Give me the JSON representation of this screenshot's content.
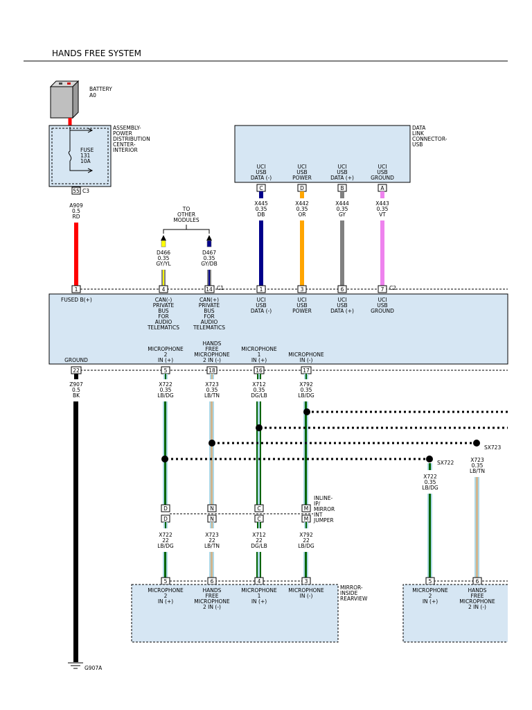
{
  "title": "HANDS FREE SYSTEM",
  "battery": {
    "label": "BATTERY",
    "code": "A0"
  },
  "pdc": {
    "label": [
      "ASSEMBLY-",
      "POWER",
      "DISTRIBUTION",
      "CENTER-",
      "INTERIOR"
    ],
    "fuse": [
      "FUSE",
      "131",
      "10A"
    ],
    "pin": "55",
    "connector": "C3"
  },
  "wire_a909": [
    "A909",
    "0.5",
    "RD"
  ],
  "to_other_modules": [
    "TO",
    "OTHER",
    "MODULES"
  ],
  "wire_d466": [
    "D466",
    "0.35",
    "GY/YL"
  ],
  "wire_d467": [
    "D467",
    "0.35",
    "GY/DB"
  ],
  "dlc": {
    "label": [
      "DATA",
      "LINK",
      "CONNECTOR-",
      "USB"
    ],
    "pins": [
      {
        "name": [
          "UCI",
          "USB",
          "DATA (-)"
        ],
        "pin": "C",
        "wire": [
          "X445",
          "0.35",
          "DB"
        ]
      },
      {
        "name": [
          "UCI",
          "USB",
          "POWER"
        ],
        "pin": "D",
        "wire": [
          "X442",
          "0.35",
          "OR"
        ]
      },
      {
        "name": [
          "UCI",
          "USB",
          "DATA (+)"
        ],
        "pin": "B",
        "wire": [
          "X444",
          "0.35",
          "GY"
        ]
      },
      {
        "name": [
          "UCI",
          "USB",
          "GROUND"
        ],
        "pin": "A",
        "wire": [
          "X443",
          "0.35",
          "VT"
        ]
      }
    ]
  },
  "module": {
    "top_pins": [
      "1",
      "4",
      "14",
      "1",
      "3",
      "6",
      "7"
    ],
    "c1": "C1",
    "c2": "C2",
    "fused": "FUSED B(+)",
    "can_minus": [
      "CAN(-)",
      "PRIVATE",
      "BUS",
      "FOR",
      "AUDIO",
      "TELEMATICS"
    ],
    "can_plus": [
      "CAN(+)",
      "PRIVATE",
      "BUS",
      "FOR",
      "AUDIO",
      "TELEMATICS"
    ],
    "usb": [
      [
        "UCI",
        "USB",
        "DATA (-)"
      ],
      [
        "UCI",
        "USB",
        "POWER"
      ],
      [
        "UCI",
        "USB",
        "DATA (+)"
      ],
      [
        "UCI",
        "USB",
        "GROUND"
      ]
    ],
    "ground": "GROUND",
    "mic2": [
      "MICROPHONE",
      "2",
      "IN (+)"
    ],
    "hf2": [
      "HANDS",
      "FREE",
      "MICROPHONE",
      "2 IN (-)"
    ],
    "mic1": [
      "MICROPHONE",
      "1",
      "IN (+)"
    ],
    "mic_in": [
      "MICROPHONE",
      "IN (-)"
    ],
    "bottom_pins": [
      "22",
      "5",
      "18",
      "16",
      "17"
    ]
  },
  "wire_z907": [
    "Z907",
    "0.5",
    "BK"
  ],
  "wires_upper": [
    [
      "X722",
      "0.35",
      "LB/DG"
    ],
    [
      "X723",
      "0.35",
      "LB/TN"
    ],
    [
      "X712",
      "0.35",
      "DG/LB"
    ],
    [
      "X792",
      "0.35",
      "LB/DG"
    ]
  ],
  "splices": {
    "sx723": "SX723",
    "sx722": "SX722"
  },
  "splice_wires": {
    "x723": [
      "X723",
      "0.35",
      "LB/TN"
    ],
    "x722": [
      "X722",
      "0.35",
      "LB/DG"
    ]
  },
  "jumper": {
    "label": [
      "INLINE-",
      "IP/",
      "MIRROR",
      "INT",
      "JUMPER"
    ],
    "pins": [
      "D",
      "N",
      "C",
      "M"
    ]
  },
  "wires_lower": [
    [
      "X722",
      "22",
      "LB/DG"
    ],
    [
      "X723",
      "22",
      "LB/TN"
    ],
    [
      "X712",
      "22",
      "DG/LB"
    ],
    [
      "X792",
      "22",
      "LB/DG"
    ]
  ],
  "mirror": {
    "label": [
      "MIRROR-",
      "INSIDE",
      "REARVIEW"
    ],
    "pins": [
      "5",
      "6",
      "4",
      "3"
    ],
    "names": [
      [
        "MICROPHONE",
        "2",
        "IN (+)"
      ],
      [
        "HANDS",
        "FREE",
        "MICROPHONE",
        "2 IN (-)"
      ],
      [
        "MICROPHONE",
        "1",
        "IN (+)"
      ],
      [
        "MICROPHONE",
        "IN (-)"
      ]
    ]
  },
  "right_module": {
    "pins": [
      "5",
      "6"
    ],
    "names": [
      [
        "MICROPHONE",
        "2",
        "IN (+)"
      ],
      [
        "HANDS",
        "FREE",
        "MICROPHONE",
        "2 IN (-)"
      ]
    ]
  },
  "ground_label": "G907A",
  "wire_colors": {
    "RD": "#ff0000",
    "BK": "#000000",
    "DB": "#00008b",
    "OR": "#ffa500",
    "GY": "#808080",
    "VT": "#ee82ee",
    "YL": "#ffff00",
    "LB": "#add8e6",
    "DG": "#006400",
    "TN": "#d2b48c"
  }
}
